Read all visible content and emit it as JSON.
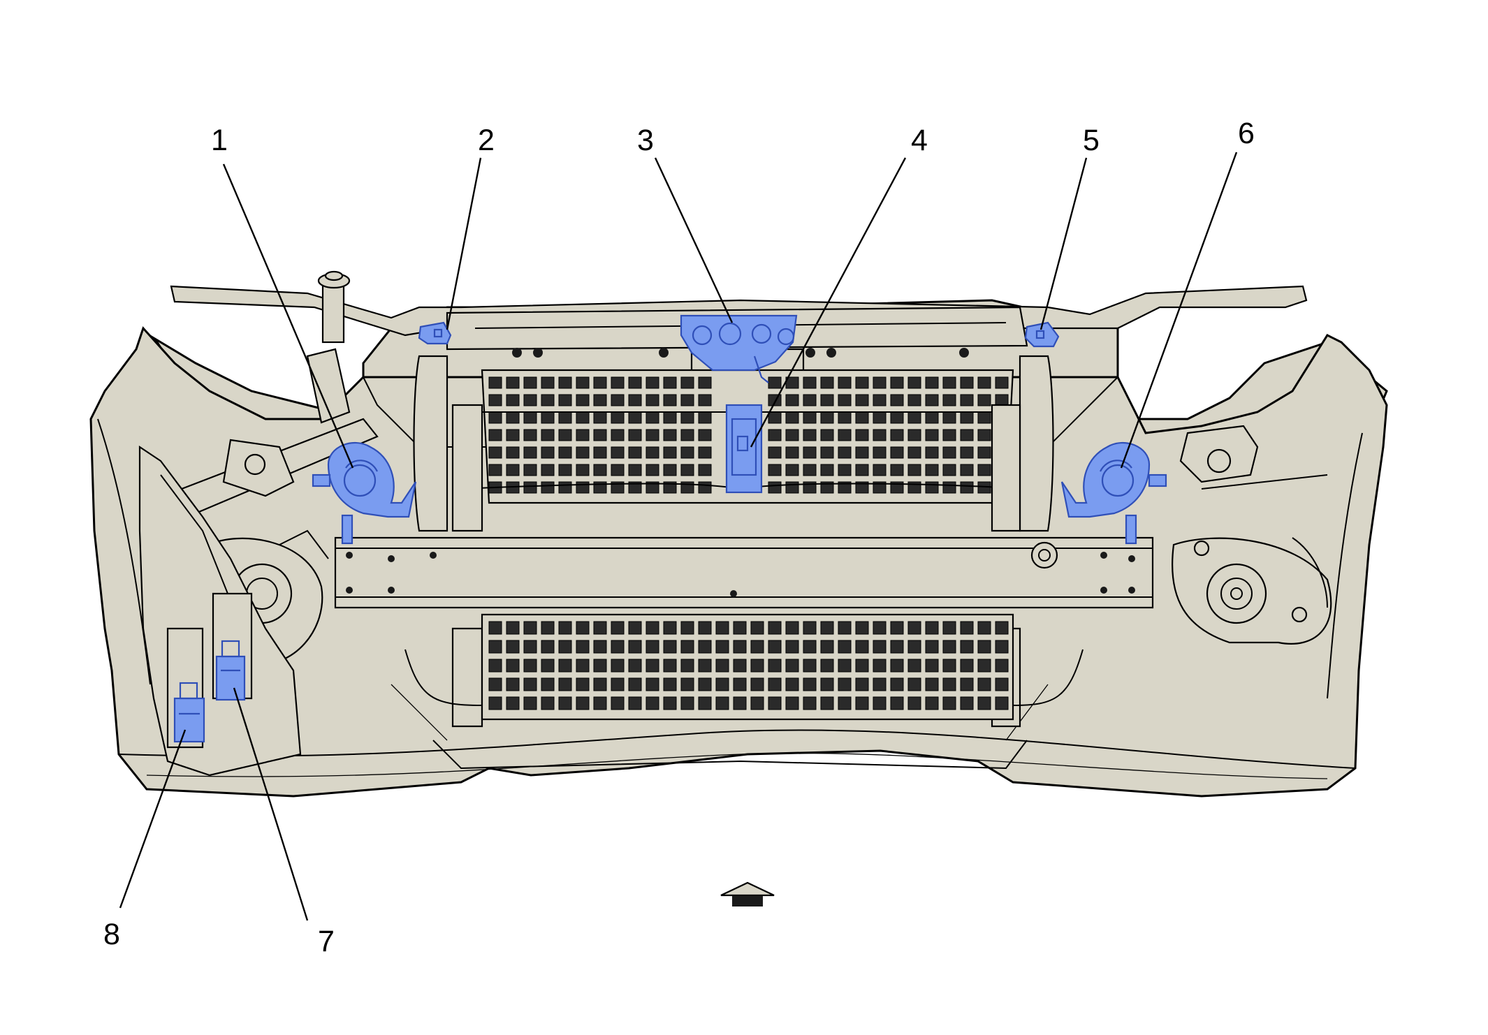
{
  "diagram": {
    "callouts": [
      {
        "id": "1",
        "label": "1"
      },
      {
        "id": "2",
        "label": "2"
      },
      {
        "id": "3",
        "label": "3"
      },
      {
        "id": "4",
        "label": "4"
      },
      {
        "id": "5",
        "label": "5"
      },
      {
        "id": "6",
        "label": "6"
      },
      {
        "id": "7",
        "label": "7"
      },
      {
        "id": "8",
        "label": "8"
      }
    ],
    "colors": {
      "body": "#d9d6c8",
      "highlight": "#7a9cf0",
      "highlight_stroke": "#2f4fb8",
      "outline": "#000000"
    },
    "icons": [
      "front-direction-arrow-icon"
    ]
  }
}
